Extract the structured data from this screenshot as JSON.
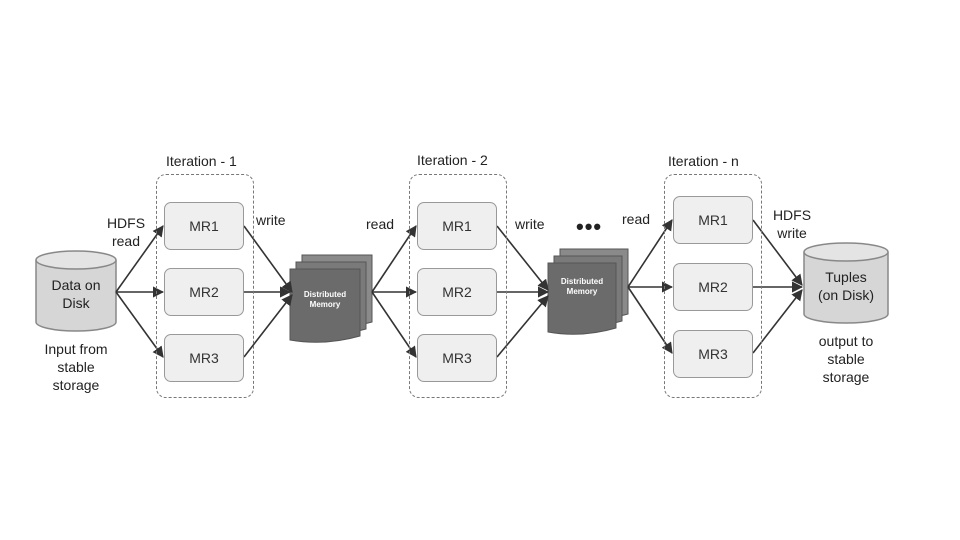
{
  "iterations": [
    {
      "title": "Iteration - 1",
      "tasks": [
        "MR1",
        "MR2",
        "MR3"
      ]
    },
    {
      "title": "Iteration - 2",
      "tasks": [
        "MR1",
        "MR2",
        "MR3"
      ]
    },
    {
      "title": "Iteration - n",
      "tasks": [
        "MR1",
        "MR2",
        "MR3"
      ]
    }
  ],
  "source": {
    "label_line1": "Data on",
    "label_line2": "Disk",
    "caption": [
      "Input from",
      "stable",
      "storage"
    ]
  },
  "sink": {
    "label_line1": "Tuples",
    "label_line2": "(on Disk)",
    "caption": [
      "output to",
      "stable",
      "storage"
    ]
  },
  "memory": [
    {
      "line1": "Distributed",
      "line2": "Memory"
    },
    {
      "line1": "Distributed",
      "line2": "Memory"
    }
  ],
  "edges": {
    "hdfs_read": [
      "HDFS",
      "read"
    ],
    "write_1": "write",
    "read_2": "read",
    "write_2": "write",
    "read_n": "read",
    "hdfs_write": [
      "HDFS",
      "write"
    ],
    "ellipsis": "•••"
  },
  "colors": {
    "memory_fill": "#6b6b6b",
    "disk_fill": "#d6d6d6",
    "box_border": "#777777",
    "arrow": "#333333"
  }
}
